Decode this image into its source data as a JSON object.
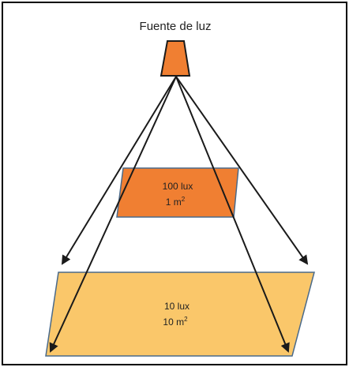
{
  "diagram": {
    "title": "Fuente de luz",
    "plane_near": {
      "lux_label": "100 lux",
      "area_value": "1 m",
      "area_exp": "2",
      "fill": "#f07f32"
    },
    "plane_far": {
      "lux_label": "10 lux",
      "area_value": "10 m",
      "area_exp": "2",
      "fill": "#fac76a"
    },
    "source_fill": "#f07f32",
    "stroke_color": "#3a3a3a",
    "plane_stroke": "#4a6a8a"
  }
}
